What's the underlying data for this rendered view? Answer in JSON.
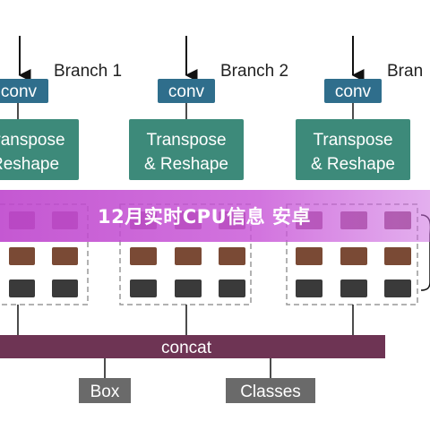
{
  "branches": [
    {
      "label": "Branch 1",
      "conv": "conv",
      "transform_lines": [
        "Transpose",
        "Reshape"
      ]
    },
    {
      "label": "Branch 2",
      "conv": "conv",
      "transform_lines": [
        "Transpose",
        "& Reshape"
      ]
    },
    {
      "label": "Bran",
      "conv": "conv",
      "transform_lines": [
        "Transpose",
        "& Reshape"
      ]
    }
  ],
  "concat": "concat",
  "outputs": [
    "Box",
    "Classes"
  ],
  "overlay": {
    "text": "12月实时CPU信息 安卓"
  },
  "colors": {
    "conv": "#2f6e8c",
    "transpose": "#3d8a7a",
    "grid_top": "#8a4f6e",
    "grid_mid": "#7a4a35",
    "grid_bottom": "#3a3a3a",
    "concat": "#6e3454",
    "output": "#6a6a6a",
    "banner": "#c24fd3"
  }
}
